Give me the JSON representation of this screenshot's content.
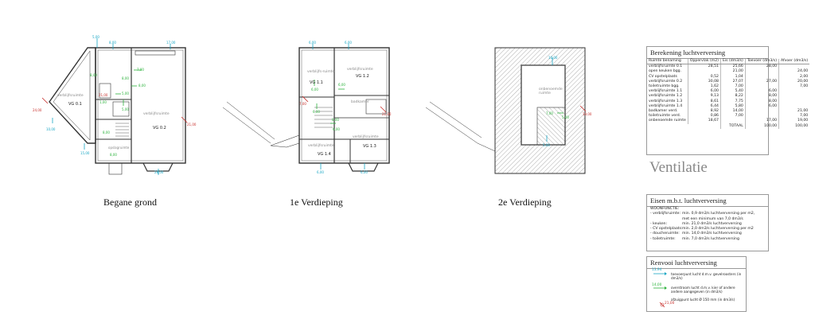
{
  "floors": {
    "ground": {
      "title": "Begane grond",
      "rooms": [
        "verblijfsruimte",
        "VG 0.1",
        "verblijfsruimte",
        "VG 0.2",
        "opslagruimte"
      ],
      "values": [
        "5,00",
        "8,00",
        "17,00",
        "7,00",
        "21,00",
        "8,00",
        "5,00",
        "5,00",
        "8,00",
        "1,00",
        "24,00",
        "8,00",
        "10,00",
        "15,00",
        "21,00",
        "8,00",
        "28,00",
        "8,00"
      ]
    },
    "first": {
      "title": "1e Verdieping",
      "rooms": [
        "verblijfs-ruimte",
        "VG 1.1",
        "verblijfsruimte",
        "VG 1.2",
        "badkamer",
        "verblijfsruimte",
        "VG 1.4",
        "verblijfsruimte",
        "VG 1.3"
      ],
      "values": [
        "6,00",
        "6,00",
        "6,00",
        "6,00",
        "6,00",
        "8,00",
        "7,00",
        "21,00",
        "6,00",
        "6,00",
        "6,00"
      ]
    },
    "second": {
      "title": "2e Verdieping",
      "rooms": [
        "onbenoemde ruimte"
      ],
      "values": [
        "10,00",
        "7,00",
        "5,00",
        "5,00",
        "19,00"
      ]
    }
  },
  "main_title": "Ventilatie",
  "calc_table": {
    "title": "Berekening luchtverversing",
    "headers": [
      "Ruimte benaming",
      "Oppervlak (m2)",
      "Eis (dm3/s)",
      "Toevoer (dm3/s)",
      "Afvoer (dm3/s)"
    ],
    "rows": [
      [
        "verblijfsruimte 0.1",
        "28,51",
        "25,66",
        "28,00",
        ""
      ],
      [
        "open keuken bgg.",
        "",
        "21,00",
        "",
        "24,00"
      ],
      [
        "CV opstelplaats",
        "0,52",
        "1,04",
        "",
        "2,00"
      ],
      [
        "verblijfsruimte 0.2",
        "30,08",
        "27,07",
        "27,00",
        "20,00"
      ],
      [
        "toiletruimte bgg.",
        "1,62",
        "7,00",
        "",
        "7,00"
      ],
      [
        "verblijfsruimte 1.1",
        "6,00",
        "5,40",
        "6,00",
        ""
      ],
      [
        "verblijfsruimte 1.2",
        "9,13",
        "8,22",
        "8,00",
        ""
      ],
      [
        "verblijfsruimte 1.3",
        "8,61",
        "7,75",
        "8,00",
        ""
      ],
      [
        "verblijfsruimte 1.4",
        "6,44",
        "5,80",
        "6,00",
        ""
      ],
      [
        "badkamer verd.",
        "8,92",
        "14,00",
        "",
        "21,00"
      ],
      [
        "toiletruimte verd.",
        "0,86",
        "7,00",
        "",
        "7,00"
      ],
      [
        "onbenoemde ruimte",
        "18,67",
        "",
        "17,00",
        "19,00"
      ]
    ],
    "total_label": "TOTAAL",
    "total_supply": "100,00",
    "total_exhaust": "100,00"
  },
  "requirements": {
    "title": "Eisen m.b.t. luchtverversing",
    "subtitle": "WOONFUNCTIE:",
    "lines": [
      [
        "- verblijfsruimte:",
        "min. 0,9 dm3/s luchtverversing per m2,"
      ],
      [
        "",
        "met een minimum van 7,0 dm3/s"
      ],
      [
        "- keuken:",
        "min. 21,0 dm3/s luchtverversing"
      ],
      [
        "- CV opstelplaats:",
        "min. 2,0 dm3/s luchtverversing per m2"
      ],
      [
        "- doucheruimte:",
        "min. 14,0 dm3/s luchtverversing"
      ],
      [
        "- toiletruimte:",
        "min. 7,0 dm3/s luchtverversing"
      ]
    ]
  },
  "legend": {
    "title": "Renvooi luchtverversing",
    "items": [
      {
        "value": "13,94",
        "text": "toevoerpunt lucht d.m.v. gevelroosters (in dm3/s)"
      },
      {
        "value": "14,00",
        "text": "overstroom lucht d.m.v. kier of andere andere aangegeven (in dm3/s)"
      },
      {
        "value": "21,00",
        "text": "afzuigpunt lucht Ø 150 mm (in dm3/s)"
      }
    ]
  },
  "colors": {
    "supply": "#19a6c4",
    "overflow": "#2db33d",
    "exhaust": "#c8302c",
    "wall": "#333333"
  }
}
